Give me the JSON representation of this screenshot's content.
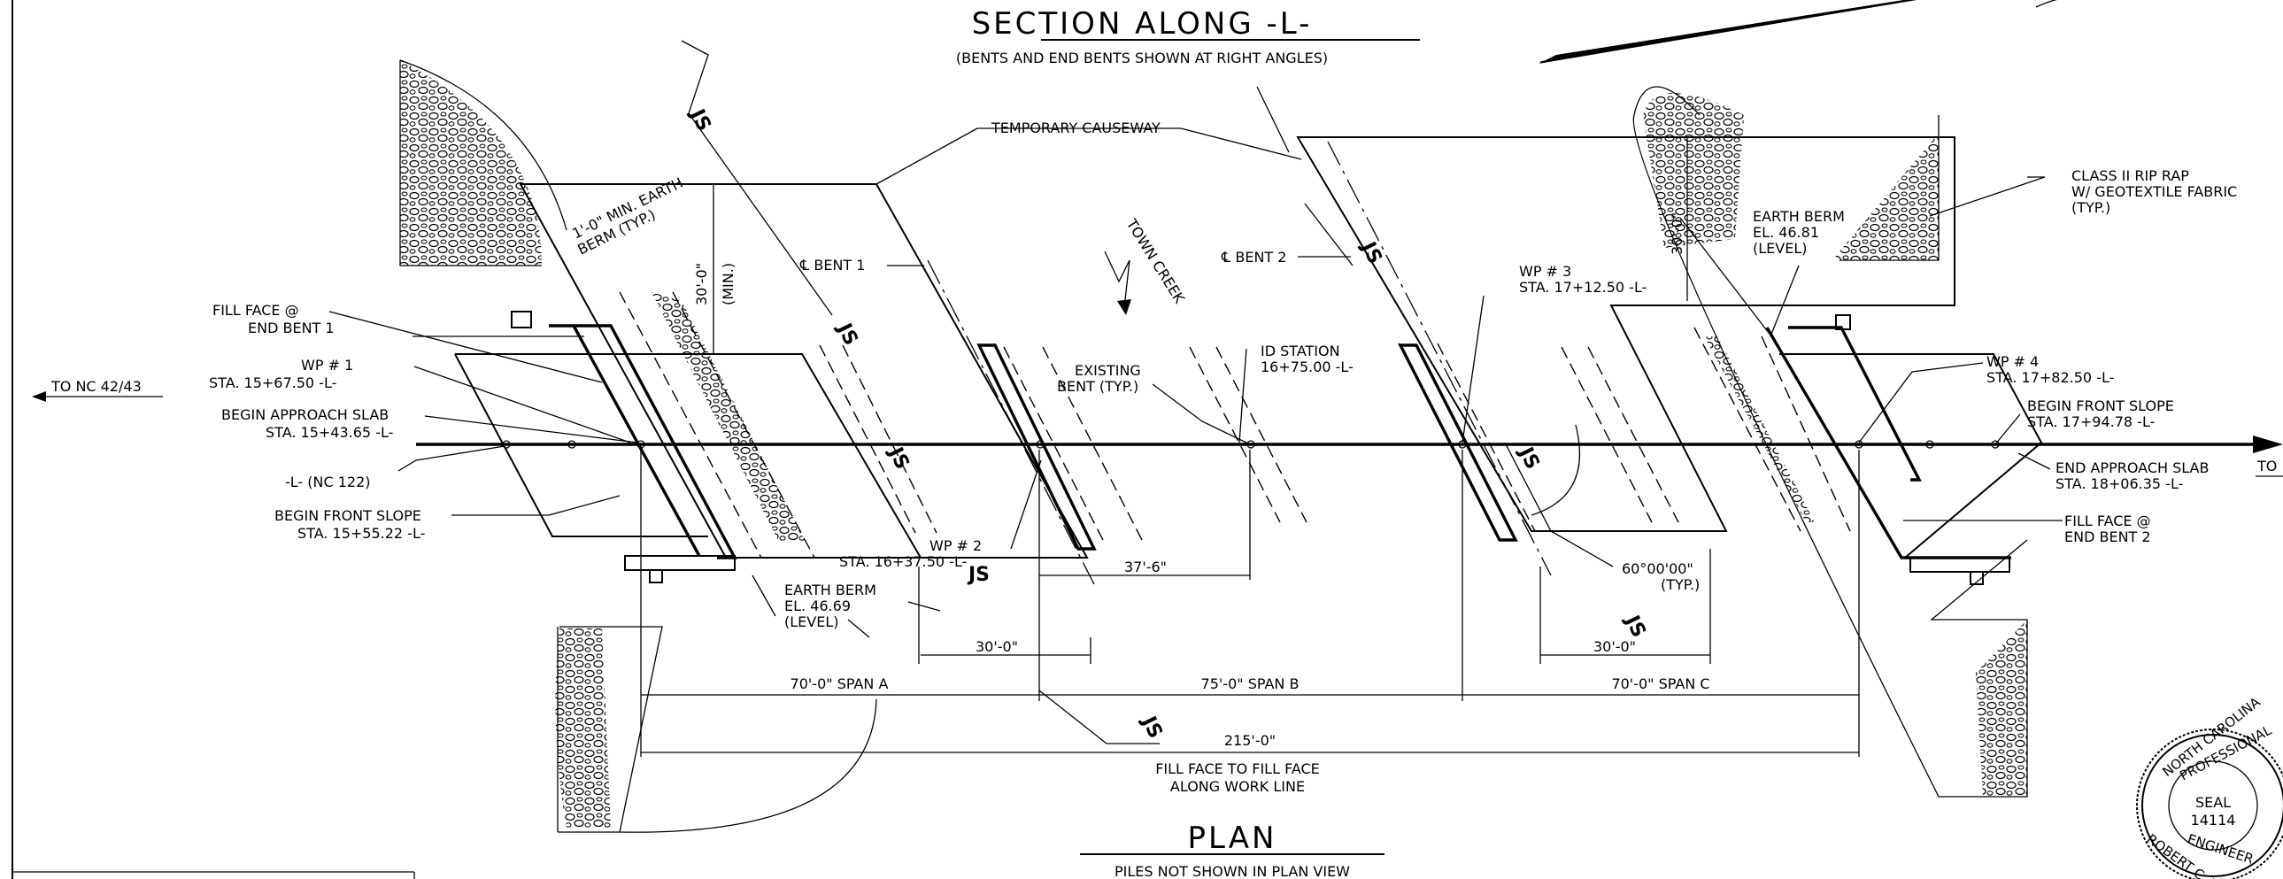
{
  "titles": {
    "section": "SECTION ALONG -L-",
    "section_note": "(BENTS AND END BENTS SHOWN AT RIGHT ANGLES)",
    "plan": "PLAN",
    "plan_note": "PILES NOT SHOWN IN PLAN VIEW"
  },
  "labels": {
    "temporary_causeway": "TEMPORARY CAUSEWAY",
    "min_earth_berm_1": "1'-0\" MIN. EARTH",
    "min_earth_berm_2": "BERM (TYP.)",
    "dim_30_min_a": "30'-0\"",
    "dim_30_min_b": "(MIN.)",
    "cl_bent_1": "℄ BENT 1",
    "cl_bent_2": "℄ BENT 2",
    "town_creek": "TOWN CREEK",
    "fill_face_end_bent_1_a": "FILL FACE @",
    "fill_face_end_bent_1_b": "END BENT 1",
    "wp1_a": "WP # 1",
    "wp1_b": "STA. 15+67.50 -L-",
    "to_nc": "TO NC 42/43",
    "begin_approach_a": "BEGIN APPROACH SLAB",
    "begin_approach_b": "STA. 15+43.65 -L-",
    "l_nc122": "-L- (NC 122)",
    "begin_front_slope_l_a": "BEGIN FRONT SLOPE",
    "begin_front_slope_l_b": "STA. 15+55.22 -L-",
    "existing_bent_a": "EXISTING",
    "existing_bent_b": "BENT (TYP.)",
    "id_station_a": "ID STATION",
    "id_station_b": "16+75.00 -L-",
    "wp2_a": "WP # 2",
    "wp2_b": "STA. 16+37.50 -L-",
    "earth_berm_l_a": "EARTH BERM",
    "earth_berm_l_b": "EL. 46.69",
    "earth_berm_l_c": "(LEVEL)",
    "dim_37_6": "37'-6\"",
    "dim_30_a": "30'-0\"",
    "dim_30_c": "30'-0\"",
    "wp3_a": "WP # 3",
    "wp3_b": "STA. 17+12.50 -L-",
    "dim_30_vert": "30'-0\"",
    "earth_berm_r_a": "EARTH BERM",
    "earth_berm_r_b": "EL. 46.81",
    "earth_berm_r_c": "(LEVEL)",
    "riprap_a": "CLASS II RIP RAP",
    "riprap_b": "W/ GEOTEXTILE FABRIC",
    "riprap_c": "(TYP.)",
    "wp4_a": "WP # 4",
    "wp4_b": "STA. 17+82.50 -L-",
    "begin_front_slope_r_a": "BEGIN FRONT SLOPE",
    "begin_front_slope_r_b": "STA. 17+94.78 -L-",
    "end_approach_a": "END APPROACH SLAB",
    "end_approach_b": "STA. 18+06.35 -L-",
    "to_right": "TO",
    "fill_face_end_bent_2_a": "FILL FACE @",
    "fill_face_end_bent_2_b": "END BENT 2",
    "angle_a": "60°00'00\"",
    "angle_b": "(TYP.)",
    "span_a": "70'-0\"  SPAN A",
    "span_b": "75'-0\"  SPAN B",
    "span_c": "70'-0\"  SPAN C",
    "total": "215'-0\"",
    "fill_face_note_a": "FILL FACE TO FILL FACE",
    "fill_face_note_b": "ALONG WORK LINE",
    "js": "JS"
  },
  "seal": {
    "top": "NORTH CAROLINA",
    "inner": "PROFESSIONAL",
    "seal": "SEAL",
    "number": "14114",
    "engineer": "ENGINEER",
    "name": "ROBERT C. LARSON"
  }
}
